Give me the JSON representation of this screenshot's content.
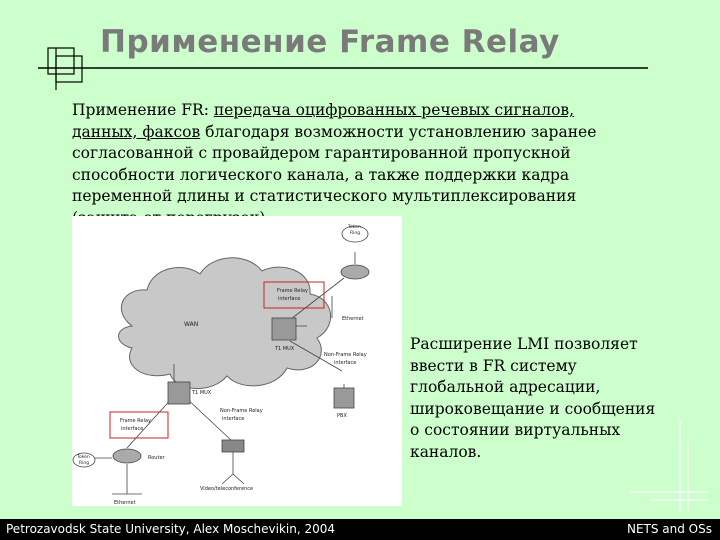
{
  "title": "Применение Frame Relay",
  "paragraph": {
    "lead": "Применение FR: ",
    "underlined": "передача оцифрованных речевых сигналов, данных, факсов",
    "rest": " благодаря возможности установлению заранее согласованной с провайдером гарантированной пропускной способности логического канала, а также поддержки кадра переменной длины и статистического мультиплексирования (защита от перегрузок)."
  },
  "side_text": "Расширение LMI позволяет ввести в FR систему глобальной адресации, широковещание и сообщения о состоянии виртуальных каналов.",
  "diagram": {
    "wan": "WAN",
    "token_ring_top": [
      "Token",
      "Ring"
    ],
    "token_ring_left": [
      "Token",
      "Ring"
    ],
    "fr_interface_top": [
      "Frame Relay",
      "interface"
    ],
    "fr_interface_left": [
      "Frame Relay",
      "interface"
    ],
    "t1_mux_right": "T1 MUX",
    "t1_mux_left": "T1 MUX",
    "non_fr_interface_right": [
      "Non-Frame Relay",
      "interface"
    ],
    "non_fr_interface_bottom": [
      "Non-Frame Relay",
      "interface"
    ],
    "ethernet_top": "Ethernet",
    "ethernet_bottom": "Ethernet",
    "pbx": "PBX",
    "router": "Router",
    "video": "Video/teleconference"
  },
  "footer": {
    "left": "Petrozavodsk State University, Alex Moschevikin, 2004",
    "right": "NETS and OSs"
  },
  "colors": {
    "background": "#ccffcc",
    "title": "#7a7a7a",
    "highlight_box": "#cc2222",
    "footer": "#000000"
  }
}
